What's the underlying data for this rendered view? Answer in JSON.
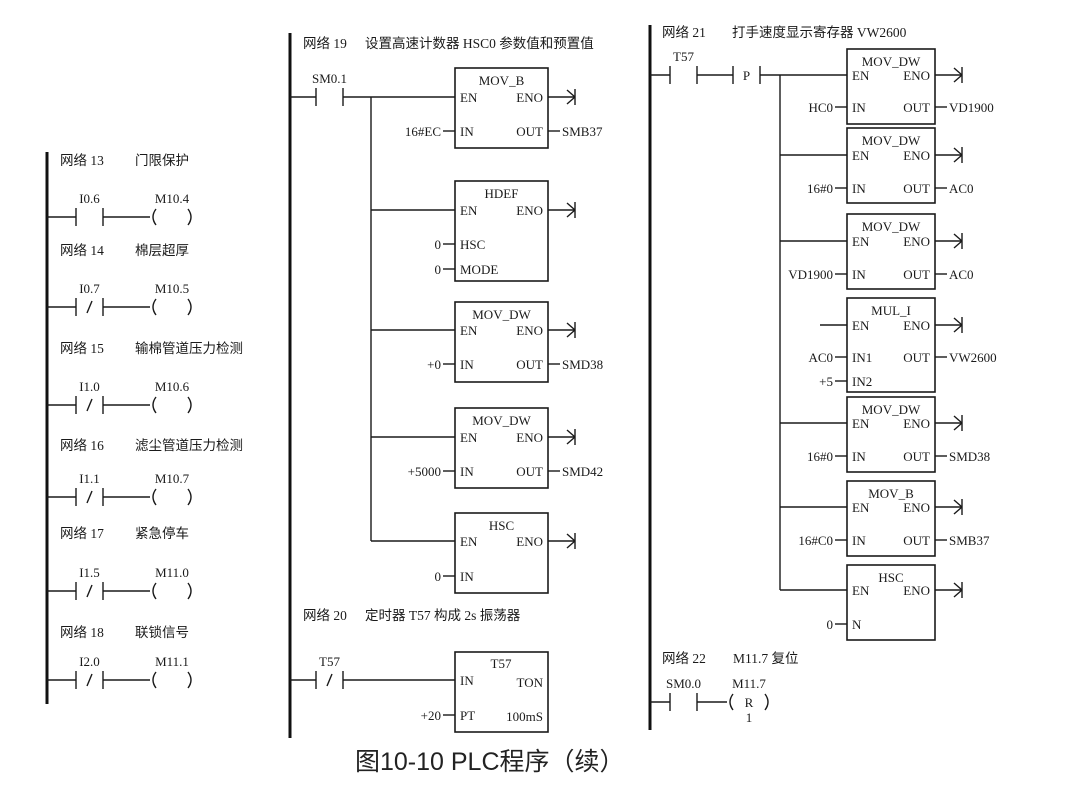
{
  "caption": "图10-10  PLC程序（续）",
  "networks": [
    {
      "id": 13,
      "label": "网络 13",
      "comment": "门限保护",
      "contact": "I0.6",
      "contact_type": "NO",
      "coil": "M10.4"
    },
    {
      "id": 14,
      "label": "网络 14",
      "comment": "棉层超厚",
      "contact": "I0.7",
      "contact_type": "NC",
      "coil": "M10.5"
    },
    {
      "id": 15,
      "label": "网络 15",
      "comment": "输棉管道压力检测",
      "contact": "I1.0",
      "contact_type": "NC",
      "coil": "M10.6"
    },
    {
      "id": 16,
      "label": "网络 16",
      "comment": "滤尘管道压力检测",
      "contact": "I1.1",
      "contact_type": "NC",
      "coil": "M10.7"
    },
    {
      "id": 17,
      "label": "网络 17",
      "comment": "紧急停车",
      "contact": "I1.5",
      "contact_type": "NC",
      "coil": "M11.0"
    },
    {
      "id": 18,
      "label": "网络 18",
      "comment": "联锁信号",
      "contact": "I2.0",
      "contact_type": "NC",
      "coil": "M11.1"
    }
  ],
  "net19": {
    "label": "网络 19",
    "comment": "设置高速计数器 HSC0  参数值和预置值",
    "contact": "SM0.1",
    "blocks": [
      {
        "name": "MOV_B",
        "left": [
          [
            "EN",
            ""
          ],
          [
            "IN",
            "16#EC"
          ]
        ],
        "right": [
          [
            "ENO",
            ""
          ],
          [
            "OUT",
            "SMB37"
          ]
        ]
      },
      {
        "name": "HDEF",
        "left": [
          [
            "EN",
            ""
          ],
          [
            "HSC",
            "0"
          ],
          [
            "MODE",
            "0"
          ]
        ],
        "right": [
          [
            "ENO",
            ""
          ]
        ]
      },
      {
        "name": "MOV_DW",
        "left": [
          [
            "EN",
            ""
          ],
          [
            "IN",
            "+0"
          ]
        ],
        "right": [
          [
            "ENO",
            ""
          ],
          [
            "OUT",
            "SMD38"
          ]
        ]
      },
      {
        "name": "MOV_DW",
        "left": [
          [
            "EN",
            ""
          ],
          [
            "IN",
            "+5000"
          ]
        ],
        "right": [
          [
            "ENO",
            ""
          ],
          [
            "OUT",
            "SMD42"
          ]
        ]
      },
      {
        "name": "HSC",
        "left": [
          [
            "EN",
            ""
          ],
          [
            "IN",
            "0"
          ]
        ],
        "right": [
          [
            "ENO",
            ""
          ]
        ]
      }
    ]
  },
  "net20": {
    "label": "网络 20",
    "comment": "定时器 T57  构成 2s 振荡器",
    "contact": "T57",
    "contact_type": "NC",
    "timer": {
      "name": "T57",
      "in": "IN",
      "type": "TON",
      "pt_pin": "PT",
      "pt_value": "+20",
      "base": "100mS"
    }
  },
  "net21": {
    "label": "网络 21",
    "comment": "打手速度显示寄存器 VW2600",
    "contact": "T57",
    "edge": "P",
    "blocks": [
      {
        "name": "MOV_DW",
        "left": [
          [
            "EN",
            ""
          ],
          [
            "IN",
            "HC0"
          ]
        ],
        "right": [
          [
            "ENO",
            ""
          ],
          [
            "OUT",
            "VD1900"
          ]
        ]
      },
      {
        "name": "MOV_DW",
        "left": [
          [
            "EN",
            ""
          ],
          [
            "IN",
            "16#0"
          ]
        ],
        "right": [
          [
            "ENO",
            ""
          ],
          [
            "OUT",
            "AC0"
          ]
        ]
      },
      {
        "name": "MOV_DW",
        "left": [
          [
            "EN",
            ""
          ],
          [
            "IN",
            "VD1900"
          ]
        ],
        "right": [
          [
            "ENO",
            ""
          ],
          [
            "OUT",
            "AC0"
          ]
        ]
      },
      {
        "name": "MUL_I",
        "left": [
          [
            "EN",
            ""
          ],
          [
            "IN1",
            "AC0"
          ],
          [
            "IN2",
            "+5"
          ]
        ],
        "right": [
          [
            "ENO",
            ""
          ],
          [
            "OUT",
            "VW2600"
          ]
        ]
      },
      {
        "name": "MOV_DW",
        "left": [
          [
            "EN",
            ""
          ],
          [
            "IN",
            "16#0"
          ]
        ],
        "right": [
          [
            "ENO",
            ""
          ],
          [
            "OUT",
            "SMD38"
          ]
        ]
      },
      {
        "name": "MOV_B",
        "left": [
          [
            "EN",
            ""
          ],
          [
            "IN",
            "16#C0"
          ]
        ],
        "right": [
          [
            "ENO",
            ""
          ],
          [
            "OUT",
            "SMB37"
          ]
        ]
      },
      {
        "name": "HSC",
        "left": [
          [
            "EN",
            ""
          ],
          [
            "N",
            "0"
          ]
        ],
        "right": [
          [
            "ENO",
            ""
          ]
        ]
      }
    ]
  },
  "net22": {
    "label": "网络 22",
    "comment": "M11.7 复位",
    "contact": "SM0.0",
    "coil": "M11.7",
    "coil_type": "R",
    "coil_count": "1"
  }
}
